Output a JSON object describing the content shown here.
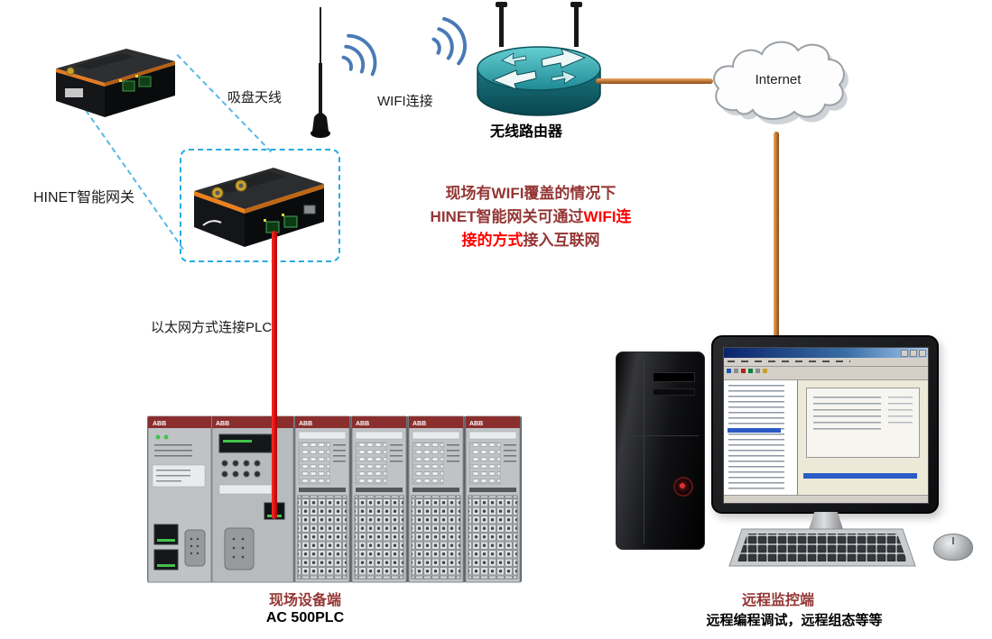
{
  "colors": {
    "dark_red_text": "#943634",
    "bright_red_text": "#ff0000",
    "wan_line_orange": "#c06a28",
    "ethernet_cable_red": "#d40000",
    "callout_cyan": "#29abe2",
    "router_teal": "#2f8f96",
    "plc_stripe_maroon": "#8b2e2e",
    "gateway_accent_orange": "#e87a1e"
  },
  "devices": {
    "small_gateway": {
      "label": "HINET智能网关"
    },
    "antenna": {
      "label": "吸盘天线"
    },
    "router": {
      "label": "无线路由器",
      "wifi_label": "WIFI连接"
    },
    "cloud": {
      "label": "Internet"
    },
    "plc": {
      "brand": "ABB",
      "site_label": "现场设备端",
      "model_label": "AC 500PLC"
    },
    "pc": {
      "site_label": "远程监控端",
      "desc_label": "远程编程调试，远程组态等等"
    }
  },
  "connections": {
    "ethernet_label": "以太网方式连接PLC"
  },
  "annotation": {
    "line1": "现场有WIFI覆盖的情况下",
    "line2_dark": "HINET智能网关可通过",
    "line2_red": "WIFI连",
    "line3_red": "接的方式",
    "line3_dark": "接入互联网"
  }
}
